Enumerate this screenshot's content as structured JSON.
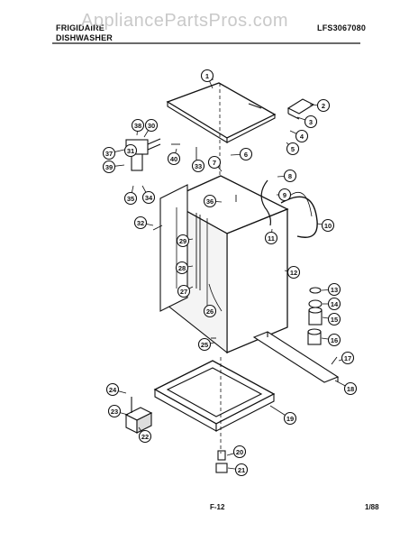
{
  "header": {
    "brand": "FRIGIDAIRE",
    "product": "DISHWASHER",
    "model": "LFS3067080"
  },
  "watermark": "AppliancePartsPros.com",
  "footer": {
    "page": "F-12",
    "date": "1/88"
  },
  "callouts": [
    "1",
    "2",
    "3",
    "4",
    "5",
    "6",
    "7",
    "8",
    "9",
    "10",
    "11",
    "12",
    "13",
    "14",
    "15",
    "16",
    "17",
    "18",
    "19",
    "20",
    "21",
    "22",
    "23",
    "24",
    "25",
    "26",
    "27",
    "28",
    "29",
    "30",
    "31",
    "32",
    "33",
    "34",
    "35",
    "36",
    "37",
    "38",
    "39",
    "40"
  ]
}
